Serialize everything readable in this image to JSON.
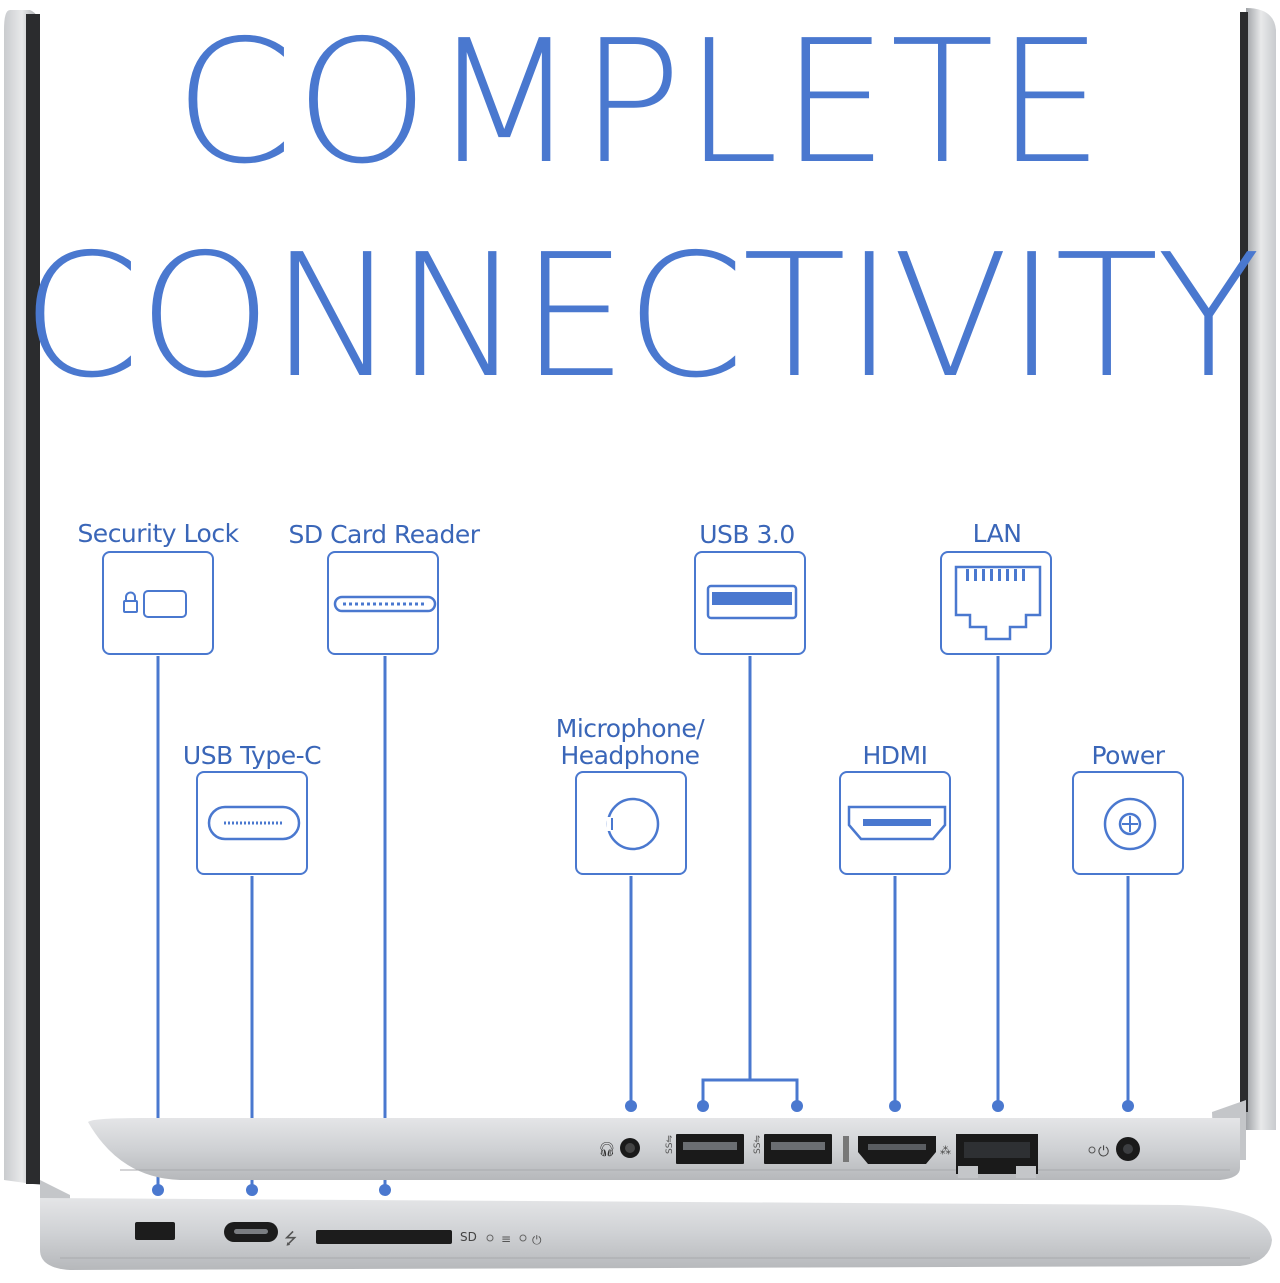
{
  "headline": {
    "line1": "COMPLETE",
    "line2": "CONNECTIVITY"
  },
  "ports": {
    "security_lock": "Security Lock",
    "sd_card_reader": "SD Card Reader",
    "usb_3": "USB 3.0",
    "lan": "LAN",
    "usb_type_c": "USB Type-C",
    "mic_headphone_line1": "Microphone/",
    "mic_headphone_line2": "Headphone",
    "hdmi": "HDMI",
    "power": "Power"
  },
  "laptop_markings": {
    "sd_slot_label": "SD"
  },
  "colors": {
    "accent_blue": "#4a78cf",
    "label_blue": "#3a66b8",
    "chassis_silver": "#d4d6d9"
  },
  "icons": {
    "security_lock": "lock-icon",
    "sd_card_reader": "sd-slot-icon",
    "usb_3": "usb-a-icon",
    "lan": "ethernet-icon",
    "usb_type_c": "usb-c-icon",
    "mic_headphone": "audio-jack-icon",
    "hdmi": "hdmi-icon",
    "power": "dc-power-icon"
  }
}
